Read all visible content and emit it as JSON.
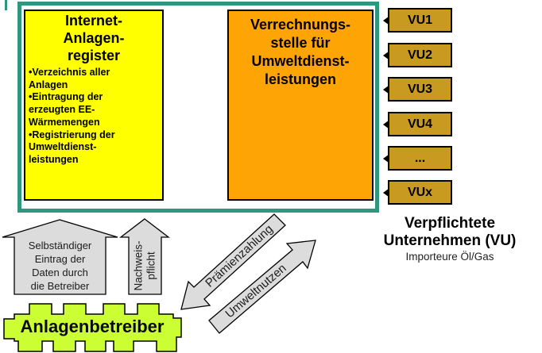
{
  "register_box": {
    "title": "Internet-\nAnlagen-\nregister",
    "bullets": {
      "b0": "•Verzeichnis aller\nAnlagen",
      "b1": "•Eintragung der\nerzeugten EE-\nWärmemengen",
      "b2": "•Registrierung der\nUmweltdienst-\nleistungen"
    }
  },
  "clearing_box": {
    "title": "Verrechnungs-\nstelle für\nUmweltdienst-\nleistungen"
  },
  "vu": {
    "items": [
      {
        "label": "VU1"
      },
      {
        "label": "VU2"
      },
      {
        "label": "VU3"
      },
      {
        "label": "VU4"
      },
      {
        "label": "..."
      },
      {
        "label": "VUx"
      }
    ],
    "heading": "Verpflichtete\nUnternehmen (VU)",
    "subheading": "Importeure Öl/Gas"
  },
  "arrows": {
    "self_entry_label": "Selbständiger\nEintrag der\nDaten durch\ndie Betreiber",
    "proof_label": "Nachweis-\npflicht",
    "premium_label": "Prämienzahlung",
    "benefit_label": "Umweltnutzen"
  },
  "operators_box": {
    "label": "Anlagenbetreiber"
  },
  "colors": {
    "frame_teal": "#2E977E",
    "register_yellow": "#FFFF00",
    "clearing_orange": "#FFA405",
    "vu_gold": "#C89B20",
    "arrow_gray": "#DCDCDC",
    "operators_green": "#CCFF33"
  }
}
